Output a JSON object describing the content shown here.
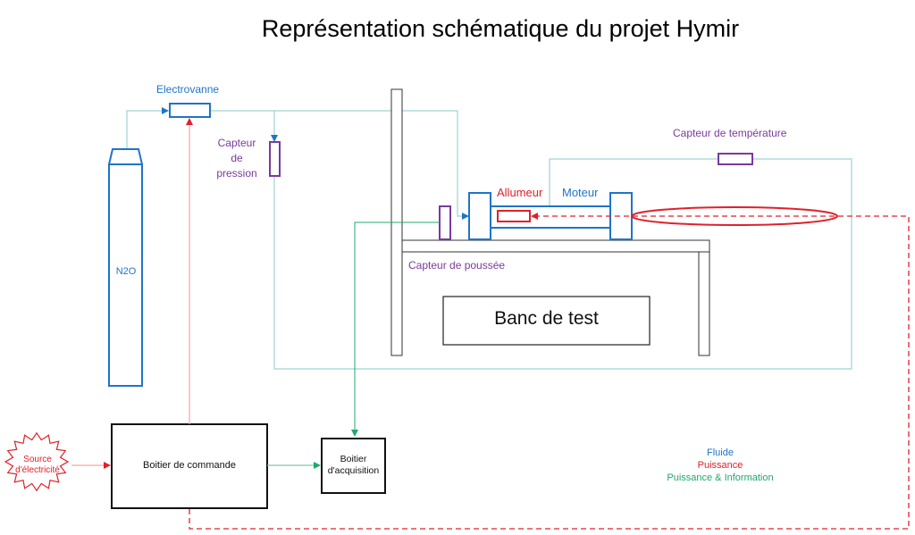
{
  "title": "Représentation schématique du projet Hymir",
  "components": {
    "n2o": "N2O",
    "electrovanne": "Electrovanne",
    "pressure_sensor_l1": "Capteur",
    "pressure_sensor_l2": "de",
    "pressure_sensor_l3": "pression",
    "temperature_sensor": "Capteur de température",
    "igniter": "Allumeur",
    "engine": "Moteur",
    "thrust_sensor": "Capteur de poussée",
    "test_bench": "Banc de test",
    "control_box": "Boitier de commande",
    "acquisition_box_l1": "Boitier",
    "acquisition_box_l2": "d'acquisition",
    "power_source_l1": "Source",
    "power_source_l2": "d'électricité"
  },
  "legend": {
    "fluid": "Fluide",
    "power": "Puissance",
    "power_info": "Puissance & Information"
  },
  "colors": {
    "fluid": "#1f74c9",
    "power": "#e0202a",
    "power_info": "#22a86a",
    "sensor": "#7a3a9c",
    "line_light": "#9fd3d4"
  }
}
